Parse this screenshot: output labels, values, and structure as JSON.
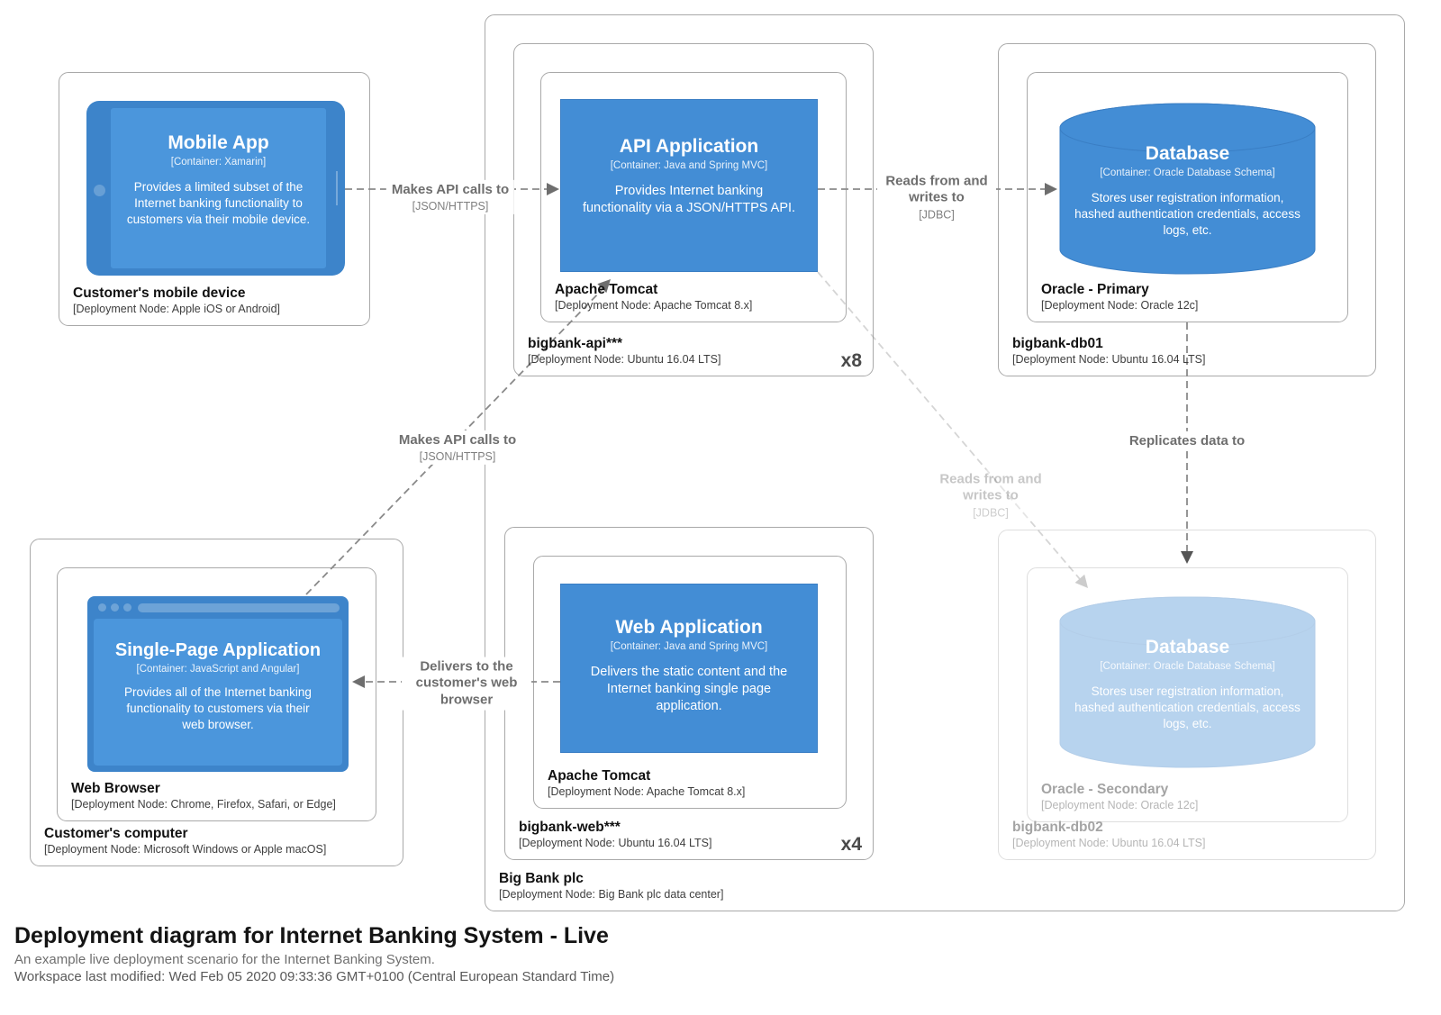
{
  "diagram": {
    "title": "Deployment diagram for Internet Banking System - Live",
    "description": "An example live deployment scenario for the Internet Banking System.",
    "workspace_modified": "Workspace last modified: Wed Feb 05 2020 09:33:36 GMT+0100 (Central European Standard Time)"
  },
  "nodes": {
    "customer_mobile": {
      "name": "Customer's mobile device",
      "meta": "[Deployment Node: Apple iOS or Android]"
    },
    "mobile_app": {
      "title": "Mobile App",
      "meta": "[Container: Xamarin]",
      "desc": "Provides a limited subset of the Internet banking functionality to customers via their mobile device."
    },
    "customer_computer": {
      "name": "Customer's computer",
      "meta": "[Deployment Node: Microsoft Windows or Apple macOS]"
    },
    "web_browser": {
      "name": "Web Browser",
      "meta": "[Deployment Node: Chrome, Firefox, Safari, or Edge]"
    },
    "spa": {
      "title": "Single-Page Application",
      "meta": "[Container: JavaScript and Angular]",
      "desc": "Provides all of the Internet banking functionality to customers via their web browser."
    },
    "big_bank": {
      "name": "Big Bank plc",
      "meta": "[Deployment Node: Big Bank plc data center]"
    },
    "bigbank_api": {
      "name": "bigbank-api***",
      "meta": "[Deployment Node: Ubuntu 16.04 LTS]",
      "instances": "x8"
    },
    "tomcat_api": {
      "name": "Apache Tomcat",
      "meta": "[Deployment Node: Apache Tomcat 8.x]"
    },
    "api_app": {
      "title": "API Application",
      "meta": "[Container: Java and Spring MVC]",
      "desc": "Provides Internet banking functionality via a JSON/HTTPS API."
    },
    "bigbank_web": {
      "name": "bigbank-web***",
      "meta": "[Deployment Node: Ubuntu 16.04 LTS]",
      "instances": "x4"
    },
    "tomcat_web": {
      "name": "Apache Tomcat",
      "meta": "[Deployment Node: Apache Tomcat 8.x]"
    },
    "web_app": {
      "title": "Web Application",
      "meta": "[Container: Java and Spring MVC]",
      "desc": "Delivers the static content and the Internet banking single page application."
    },
    "bigbank_db01": {
      "name": "bigbank-db01",
      "meta": "[Deployment Node: Ubuntu 16.04 LTS]"
    },
    "oracle_primary": {
      "name": "Oracle - Primary",
      "meta": "[Deployment Node: Oracle 12c]"
    },
    "db_primary": {
      "title": "Database",
      "meta": "[Container: Oracle Database Schema]",
      "desc": "Stores user registration information, hashed authentication credentials, access logs, etc."
    },
    "bigbank_db02": {
      "name": "bigbank-db02",
      "meta": "[Deployment Node: Ubuntu 16.04 LTS]"
    },
    "oracle_secondary": {
      "name": "Oracle - Secondary",
      "meta": "[Deployment Node: Oracle 12c]"
    },
    "db_secondary": {
      "title": "Database",
      "meta": "[Container: Oracle Database Schema]",
      "desc": "Stores user registration information, hashed authentication credentials, access logs, etc."
    }
  },
  "relationships": {
    "mobile_to_api": {
      "label": "Makes API calls to",
      "tech": "[JSON/HTTPS]"
    },
    "spa_to_api": {
      "label": "Makes API calls to",
      "tech": "[JSON/HTTPS]"
    },
    "api_to_db01": {
      "label": "Reads from and writes to",
      "tech": "[JDBC]"
    },
    "api_to_db02": {
      "label": "Reads from and writes to",
      "tech": "[JDBC]"
    },
    "web_to_spa": {
      "label": "Delivers to the customer's web browser"
    },
    "db01_to_db02": {
      "label": "Replicates data to"
    }
  },
  "colors": {
    "container_fill": "#438DD5",
    "device_frame": "#3D84CA",
    "device_screen": "#4B96DC",
    "node_border": "#A9A9A9",
    "line_gray": "#8A8A8A",
    "arrow_gray": "#6E6E6E"
  }
}
